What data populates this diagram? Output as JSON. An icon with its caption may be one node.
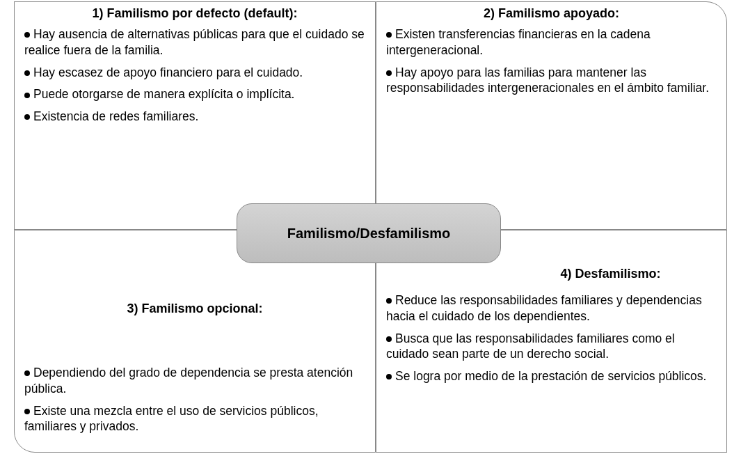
{
  "diagram": {
    "nodes": [
      {
        "text": [
          "1) Familismo por defecto (default):",
          "Hay ausencia de alternativas públicas para que el cuidado se realice fuera de la familia.",
          "Hay escasez de apoyo financiero para el cuidado.",
          "Puede otorgarse de manera explícita o implícita.",
          "Existencia de redes familiares."
        ]
      },
      {
        "text": [
          "2) Familismo apoyado:",
          "Existen transferencias financieras en la cadena intergeneracional.",
          "Hay apoyo para las familias para mantener las responsabilidades intergeneracionales en el ámbito familiar."
        ]
      },
      {
        "text": [
          "3) Familismo opcional:",
          "Dependiendo del grado de dependencia se presta atención pública.",
          "Existe una mezcla entre el uso de servicios públicos, familiares y privados."
        ]
      },
      {
        "text": [
          "4) Desfamilismo:",
          "Reduce las responsabilidades familiares y dependencias hacia el cuidado de los dependientes.",
          "Busca que las responsabilidades familiares como el cuidado sean parte de un derecho social.",
          "Se logra por medio de la prestación de servicios públicos."
        ]
      },
      {
        "text": [
          "Familismo/Desfamilismo"
        ]
      }
    ]
  }
}
